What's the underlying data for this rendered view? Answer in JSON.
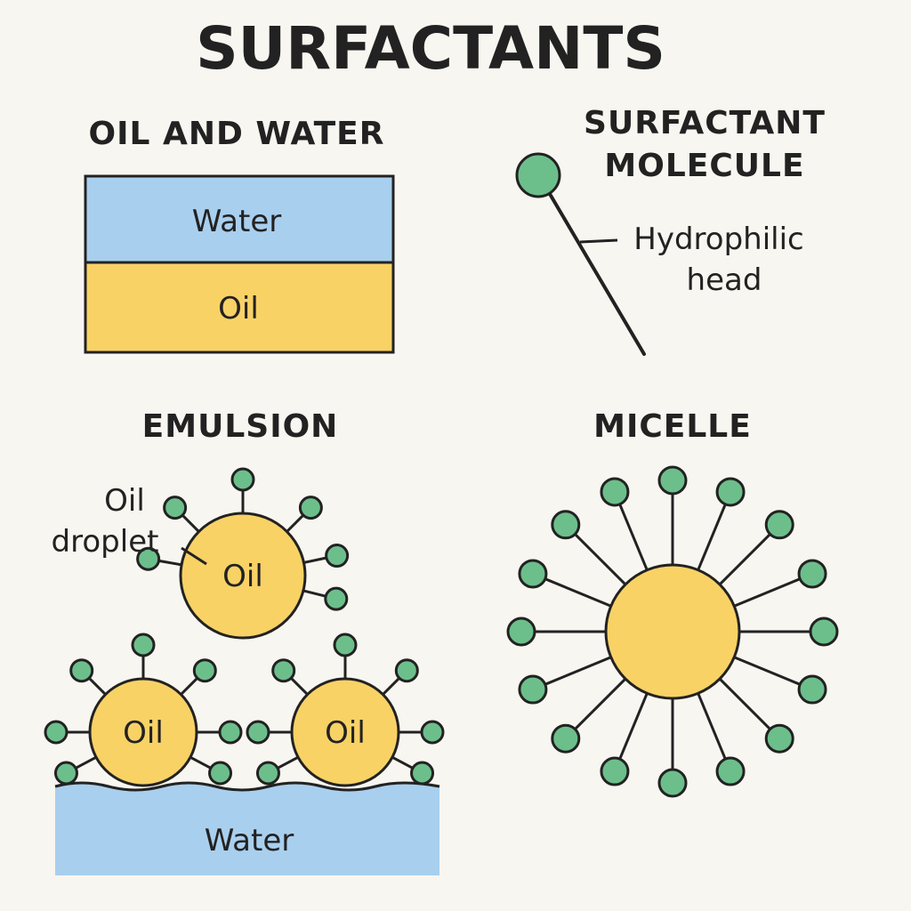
{
  "title": "SURFACTANTS",
  "colors": {
    "background": "#f8f6f0",
    "water": "#a9cfee",
    "oil": "#f9d266",
    "head": "#6cbf8b",
    "stroke": "#222222"
  },
  "panels": {
    "oil_and_water": {
      "heading": "OIL AND WATER",
      "water_label": "Water",
      "oil_label": "Oil"
    },
    "surfactant_molecule": {
      "heading_line1": "SURFACTANT",
      "heading_line2": "MOLECULE",
      "callout_line1": "Hydrophilic",
      "callout_line2": "head"
    },
    "emulsion": {
      "heading": "EMULSION",
      "callout_line1": "Oil",
      "callout_line2": "droplet",
      "droplet_labels": [
        "Oil",
        "Oil",
        "Oil"
      ],
      "water_label": "Water"
    },
    "micelle": {
      "heading": "MICELLE",
      "surfactant_count": 16
    }
  }
}
